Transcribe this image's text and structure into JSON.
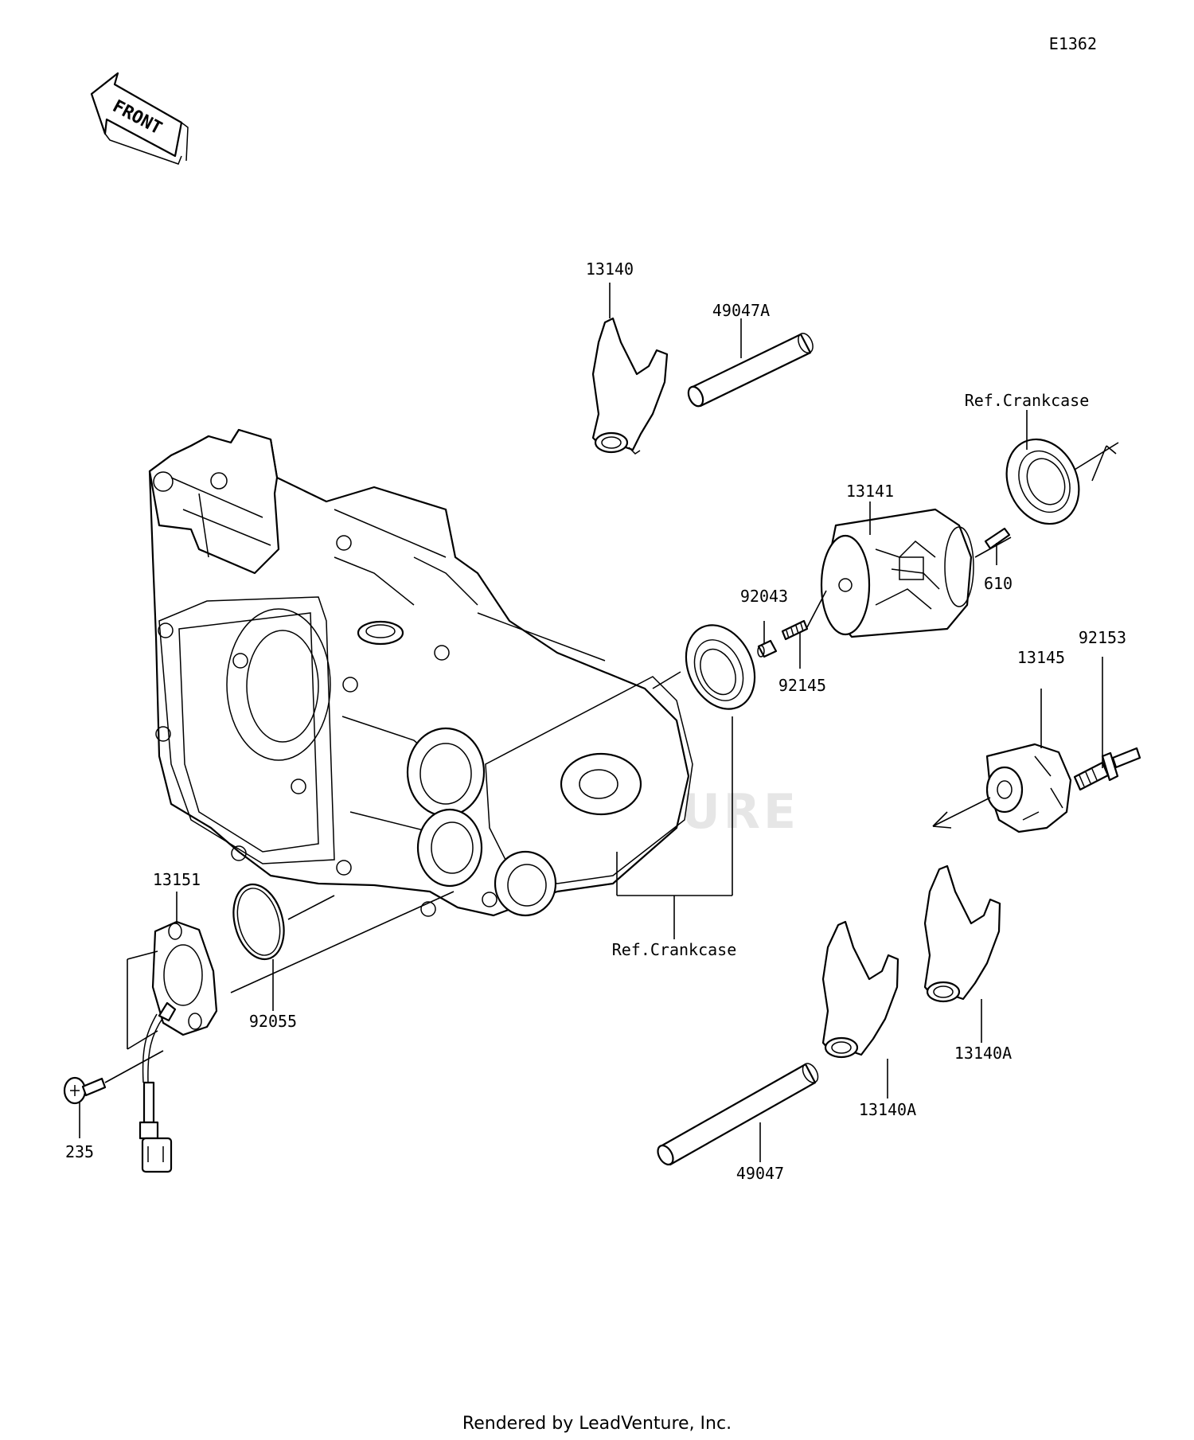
{
  "diagram_code": "E1362",
  "front_label": "FRONT",
  "watermark": "LEADVENTURE",
  "footer": "Rendered by LeadVenture, Inc.",
  "callouts": {
    "p13140": "13140",
    "p49047a": "49047A",
    "ref_crankcase_top": "Ref.Crankcase",
    "p13141": "13141",
    "p610": "610",
    "p92043": "92043",
    "p92145": "92145",
    "p13145": "13145",
    "p92153": "92153",
    "p13151": "13151",
    "p92055": "92055",
    "ref_crankcase_bottom": "Ref.Crankcase",
    "p235": "235",
    "p13140a_left": "13140A",
    "p13140a_right": "13140A",
    "p49047": "49047"
  }
}
